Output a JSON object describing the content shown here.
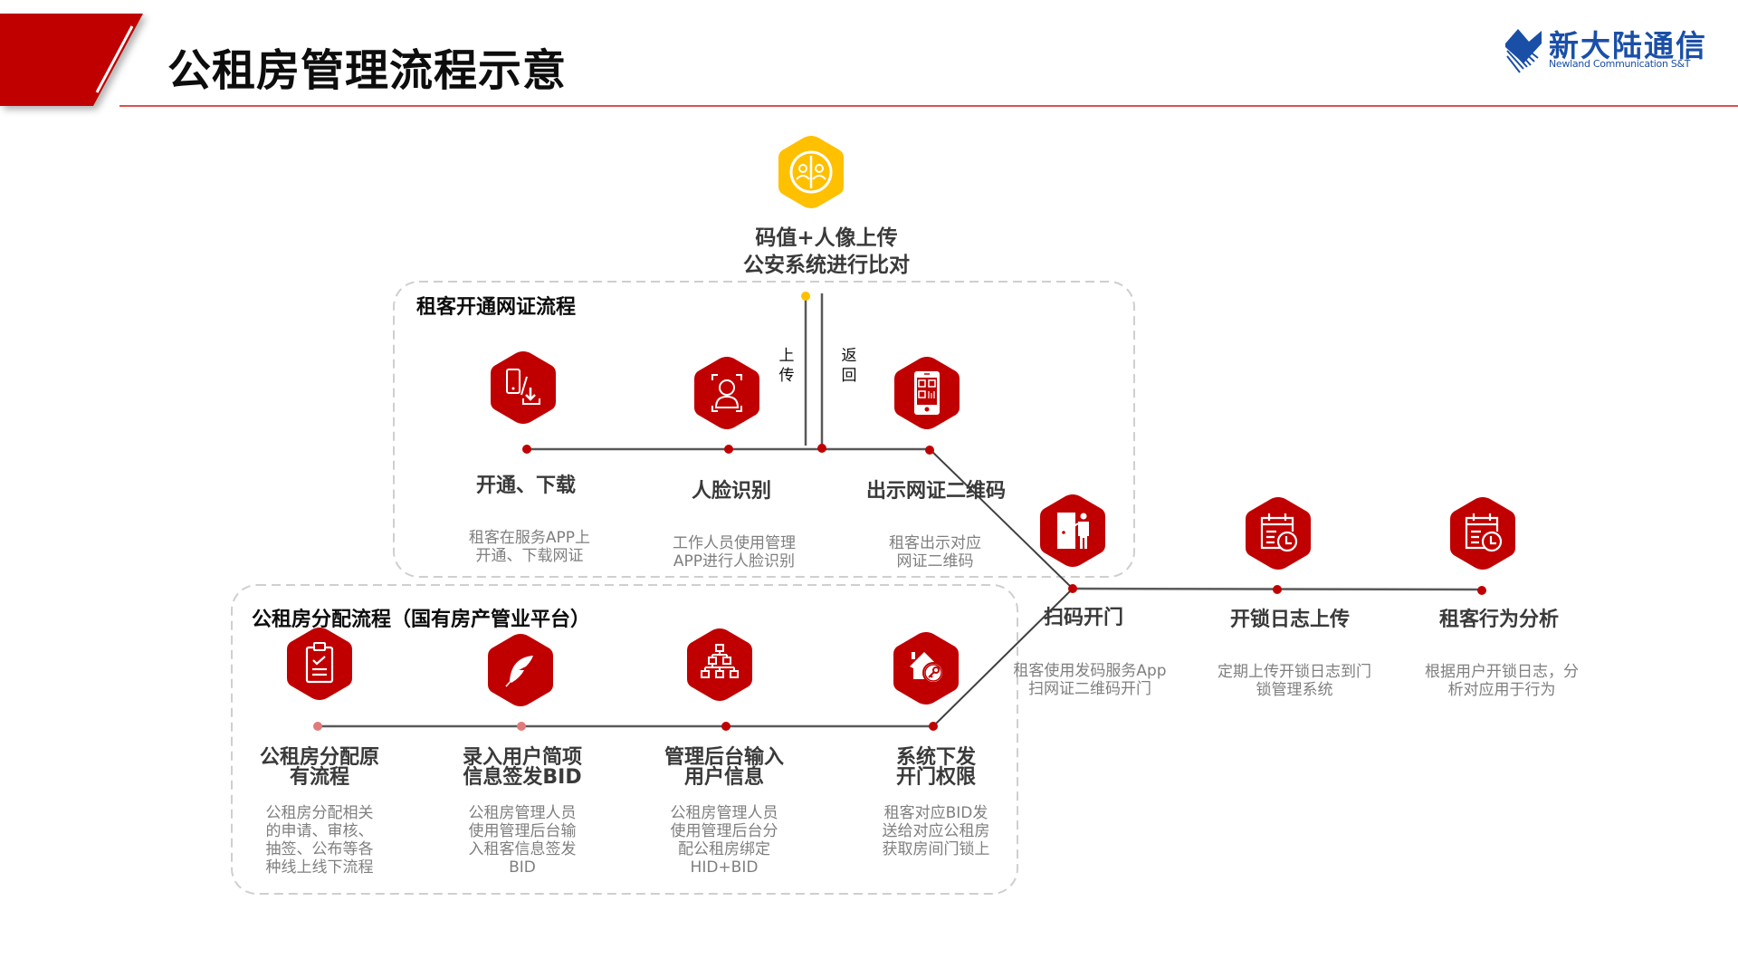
{
  "header": {
    "title": "公租房管理流程示意",
    "logo_cn": "新大陆通信",
    "logo_en": "Newland Communication S&T",
    "accent_color": "#c00000",
    "logo_color": "#1a4fa8"
  },
  "top_node": {
    "icon": "face-compare-icon",
    "title": "码值+人像上传\n公安系统进行比对",
    "color": "#ffc000",
    "upload_label": "上\n传",
    "return_label": "返\n回"
  },
  "groups": [
    {
      "title": "租客开通网证流程",
      "steps": [
        {
          "icon": "phone-download-icon",
          "title": "开通、下载",
          "desc": "租客在服务APP上\n开通、下载网证"
        },
        {
          "icon": "face-recognition-icon",
          "title": "人脸识别",
          "desc": "工作人员使用管理\nAPP进行人脸识别"
        },
        {
          "icon": "qr-code-phone-icon",
          "title": "出示网证二维码",
          "desc": "租客出示对应\n网证二维码"
        }
      ]
    },
    {
      "title": "公租房分配流程（国有房产管业平台）",
      "steps": [
        {
          "icon": "clipboard-check-icon",
          "title": "公租房分配原\n有流程",
          "desc": "公租房分配相关\n的申请、审核、\n抽签、公布等各\n种线上线下流程"
        },
        {
          "icon": "feather-icon",
          "title": "录入用户简项\n信息签发BID",
          "desc": "公租房管理人员\n使用管理后台输\n入租客信息签发\nBID"
        },
        {
          "icon": "org-chart-icon",
          "title": "管理后台输入\n用户信息",
          "desc": "公租房管理人员\n使用管理后台分\n配公租房绑定\nHID+BID"
        },
        {
          "icon": "house-key-icon",
          "title": "系统下发\n开门权限",
          "desc": "租客对应BID发\n送给对应公租房\n获取房间门锁上"
        }
      ]
    }
  ],
  "final_steps": [
    {
      "icon": "door-person-icon",
      "title": "扫码开门",
      "desc": "租客使用发码服务App\n扫网证二维码开门"
    },
    {
      "icon": "calendar-clock-icon",
      "title": "开锁日志上传",
      "desc": "定期上传开锁日志到门\n锁管理系统"
    },
    {
      "icon": "calendar-clock-icon",
      "title": "租客行为分析",
      "desc": "根据用户开锁日志，分\n析对应用于行为"
    }
  ]
}
